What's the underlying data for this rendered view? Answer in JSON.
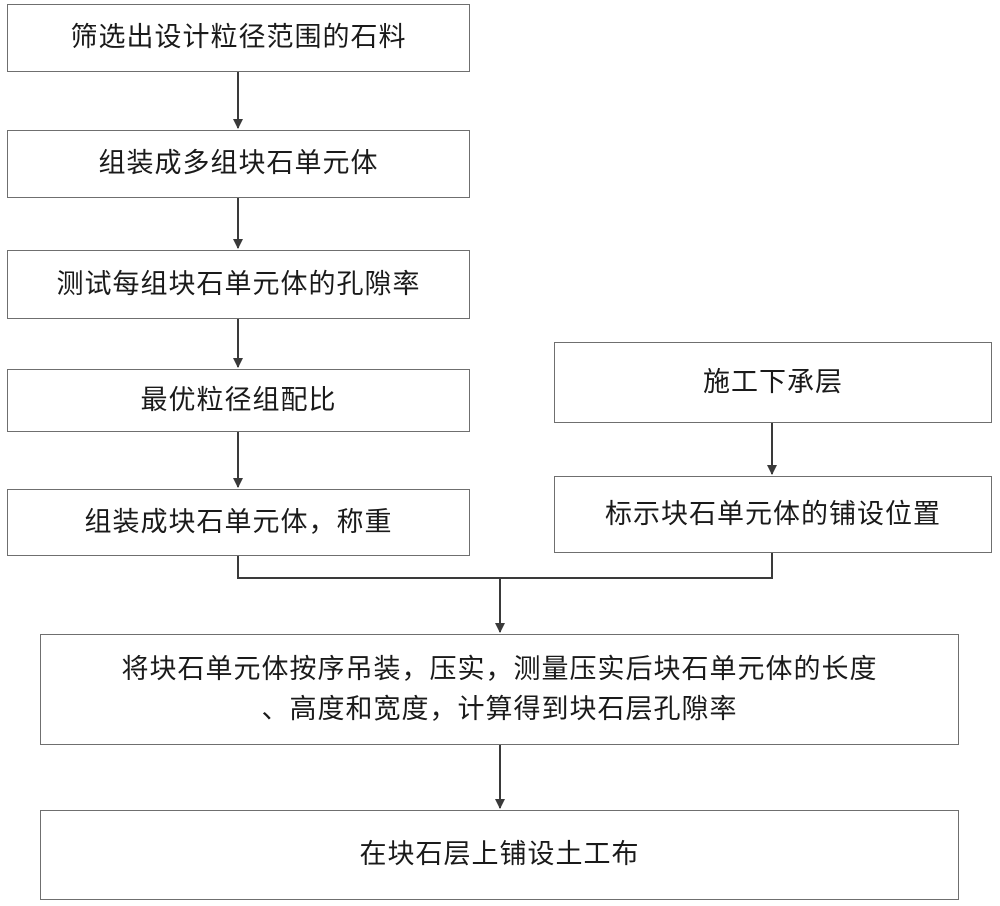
{
  "steps": {
    "screen": "筛选出设计粒径范围的石料",
    "assemble_groups": "组装成多组块石单元体",
    "test_porosity": "测试每组块石单元体的孔隙率",
    "optimal_gradation": "最优粒径组配比",
    "assemble_weigh": "组装成块石单元体，称重",
    "lower_layer": "施工下承层",
    "mark_position": "标示块石单元体的铺设位置",
    "hoist_line1": "将块石单元体按序吊装，压实，测量压实后块石单元体的长度",
    "hoist_line2": "、高度和宽度，计算得到块石层孔隙率",
    "geotextile": "在块石层上铺设土工布"
  }
}
